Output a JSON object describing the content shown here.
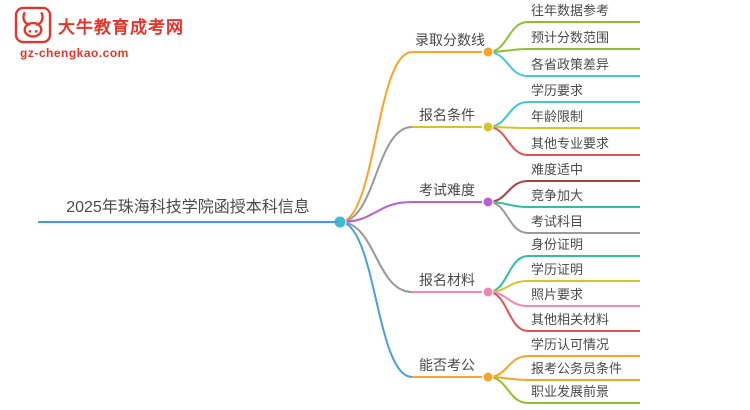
{
  "logo": {
    "title": "大牛教育成考网",
    "url": "gz-chengkao.com",
    "color": "#e5352b"
  },
  "root": {
    "label": "2025年珠海科技学院函授本科信息",
    "color": "#419de4",
    "circle_color": "#3fbcc9"
  },
  "branches": [
    {
      "label": "录取分数线",
      "color": "#f7a428",
      "line_color": "#f7a428",
      "children": [
        {
          "label": "往年数据参考",
          "color": "#8fbf2f"
        },
        {
          "label": "预计分数范围",
          "color": "#8fbf2f"
        },
        {
          "label": "各省政策差异",
          "color": "#3ec8d8"
        }
      ]
    },
    {
      "label": "报名条件",
      "color": "#d4c32b",
      "line_color": "#9a9a9a",
      "children": [
        {
          "label": "学历要求",
          "color": "#3ec8d8"
        },
        {
          "label": "年龄限制",
          "color": "#d4c32b"
        },
        {
          "label": "其他专业要求",
          "color": "#e5524e"
        }
      ]
    },
    {
      "label": "考试难度",
      "color": "#bb5fd6",
      "line_color": "#bb5fd6",
      "children": [
        {
          "label": "难度适中",
          "color": "#a94442"
        },
        {
          "label": "竞争加大",
          "color": "#2fbf9e"
        },
        {
          "label": "考试科目",
          "color": "#9a9a9a"
        }
      ]
    },
    {
      "label": "报名材料",
      "color": "#ef87b5",
      "line_color": "#9a9a9a",
      "children": [
        {
          "label": "身份证明",
          "color": "#2fbf9e"
        },
        {
          "label": "学历证明",
          "color": "#d4c32b"
        },
        {
          "label": "照片要求",
          "color": "#ef87b5"
        },
        {
          "label": "其他相关材料",
          "color": "#e5524e"
        }
      ]
    },
    {
      "label": "能否考公",
      "color": "#f7a428",
      "line_color": "#4aa0dc",
      "children": [
        {
          "label": "学历认可情况",
          "color": "#f7a428"
        },
        {
          "label": "报考公务员条件",
          "color": "#f7a428"
        },
        {
          "label": "职业发展前景",
          "color": "#8fbf2f"
        }
      ]
    }
  ]
}
